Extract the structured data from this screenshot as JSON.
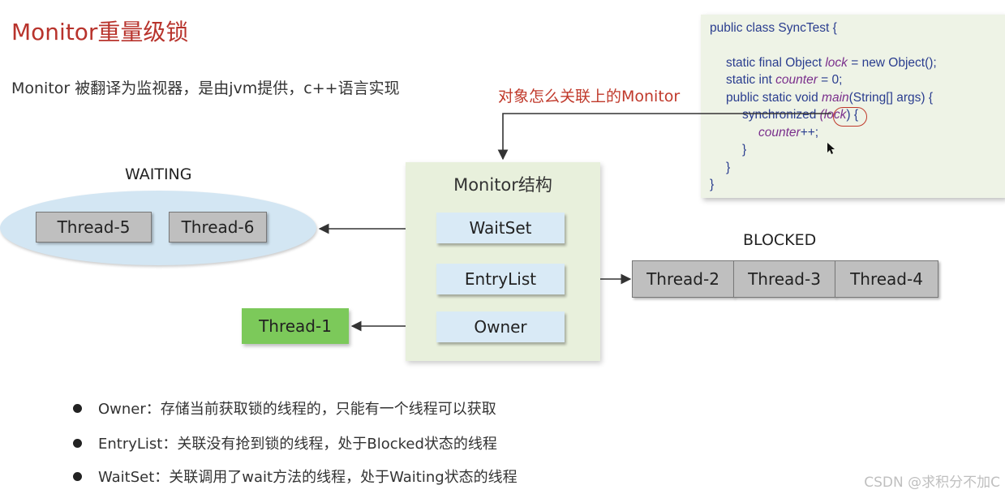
{
  "title": "Monitor重量级锁",
  "subtitle": "Monitor 被翻译为监视器，是由jvm提供，c++语言实现",
  "question": "对象怎么关联上的Monitor",
  "code": {
    "l1": "public class SyncTest {",
    "l2a": "static final Object ",
    "l2b": "lock",
    "l2c": " = new Object();",
    "l3a": "static int ",
    "l3b": "counter",
    "l3c": " = 0;",
    "l4a": "public static void ",
    "l4b": "main",
    "l4c": "(String[] args) {",
    "l5a": "synchronized ",
    "l5b": "(lock",
    "l5c": ") {",
    "l6a": "counter",
    "l6b": "++;",
    "l7": "}",
    "l8": "}",
    "l9": "}"
  },
  "monitor": {
    "title": "Monitor结构",
    "waitset": "WaitSet",
    "entrylist": "EntryList",
    "owner": "Owner"
  },
  "waiting": {
    "label": "WAITING",
    "threads": [
      "Thread-5",
      "Thread-6"
    ]
  },
  "blocked": {
    "label": "BLOCKED",
    "threads": [
      "Thread-2",
      "Thread-3",
      "Thread-4"
    ]
  },
  "owner_thread": "Thread-1",
  "bullets": [
    "Owner：存储当前获取锁的线程的，只能有一个线程可以获取",
    "EntryList：关联没有抢到锁的线程，处于Blocked状态的线程",
    "WaitSet：关联调用了wait方法的线程，处于Waiting状态的线程"
  ],
  "watermark": "CSDN @求积分不加C",
  "colors": {
    "title": "#b8332c",
    "question": "#c0392b",
    "owner_thread": "#7cc95a",
    "slot": "#d9eaf6",
    "monitor_bg": "#e8f0dc",
    "ellipse": "#d3e6f3"
  }
}
